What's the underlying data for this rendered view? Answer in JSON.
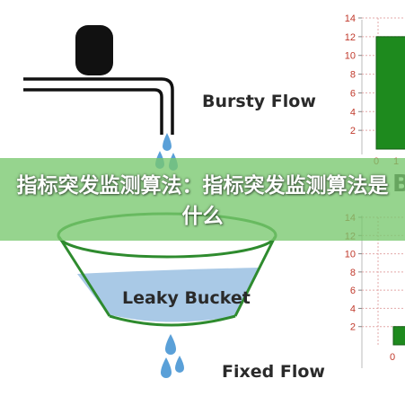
{
  "diagram": {
    "bursty_label": "Bursty Flow",
    "bucket_label": "Leaky Bucket",
    "fixed_label": "Fixed Flow",
    "partial_chart_letter": "B"
  },
  "overlay": {
    "title": "指标突发监测算法：指标突发监测算法是什么"
  },
  "chart_data": [
    {
      "type": "bar",
      "y_ticks": [
        "14",
        "12",
        "10",
        "8",
        "6",
        "4",
        "2"
      ],
      "x_ticks": [
        "0",
        "1"
      ],
      "ylim": [
        0,
        14
      ],
      "grid": true,
      "values": [
        12
      ],
      "bar_color": "#1e8a1e"
    },
    {
      "type": "bar",
      "y_ticks": [
        "14",
        "12",
        "10",
        "8",
        "6",
        "4",
        "2"
      ],
      "x_ticks": [
        "0"
      ],
      "ylim": [
        0,
        14
      ],
      "grid": true,
      "values": [
        2
      ],
      "bar_color": "#1e8a1e"
    }
  ],
  "colors": {
    "water": "#a9c9e6",
    "bucket_outline": "#2e8b2e",
    "drop": "#5aa0d8",
    "tick_text": "#c0392b",
    "grid": "#e3a9a9",
    "banner": "#78c86e"
  }
}
